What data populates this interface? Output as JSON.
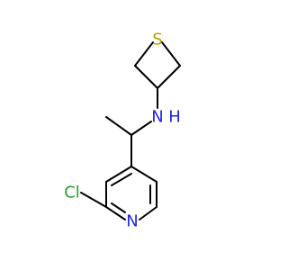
{
  "molecule": {
    "atoms": {
      "sulfur": "S",
      "amine_nitrogen": "N",
      "amine_hydrogen": "H",
      "chlorine": "Cl",
      "pyridine_nitrogen": "N"
    },
    "colors": {
      "sulfur": "#B8A000",
      "amine_nitrogen": "#1E28E6",
      "chlorine": "#28A028",
      "pyridine_nitrogen": "#1E28E6",
      "bond": "#000000"
    }
  }
}
